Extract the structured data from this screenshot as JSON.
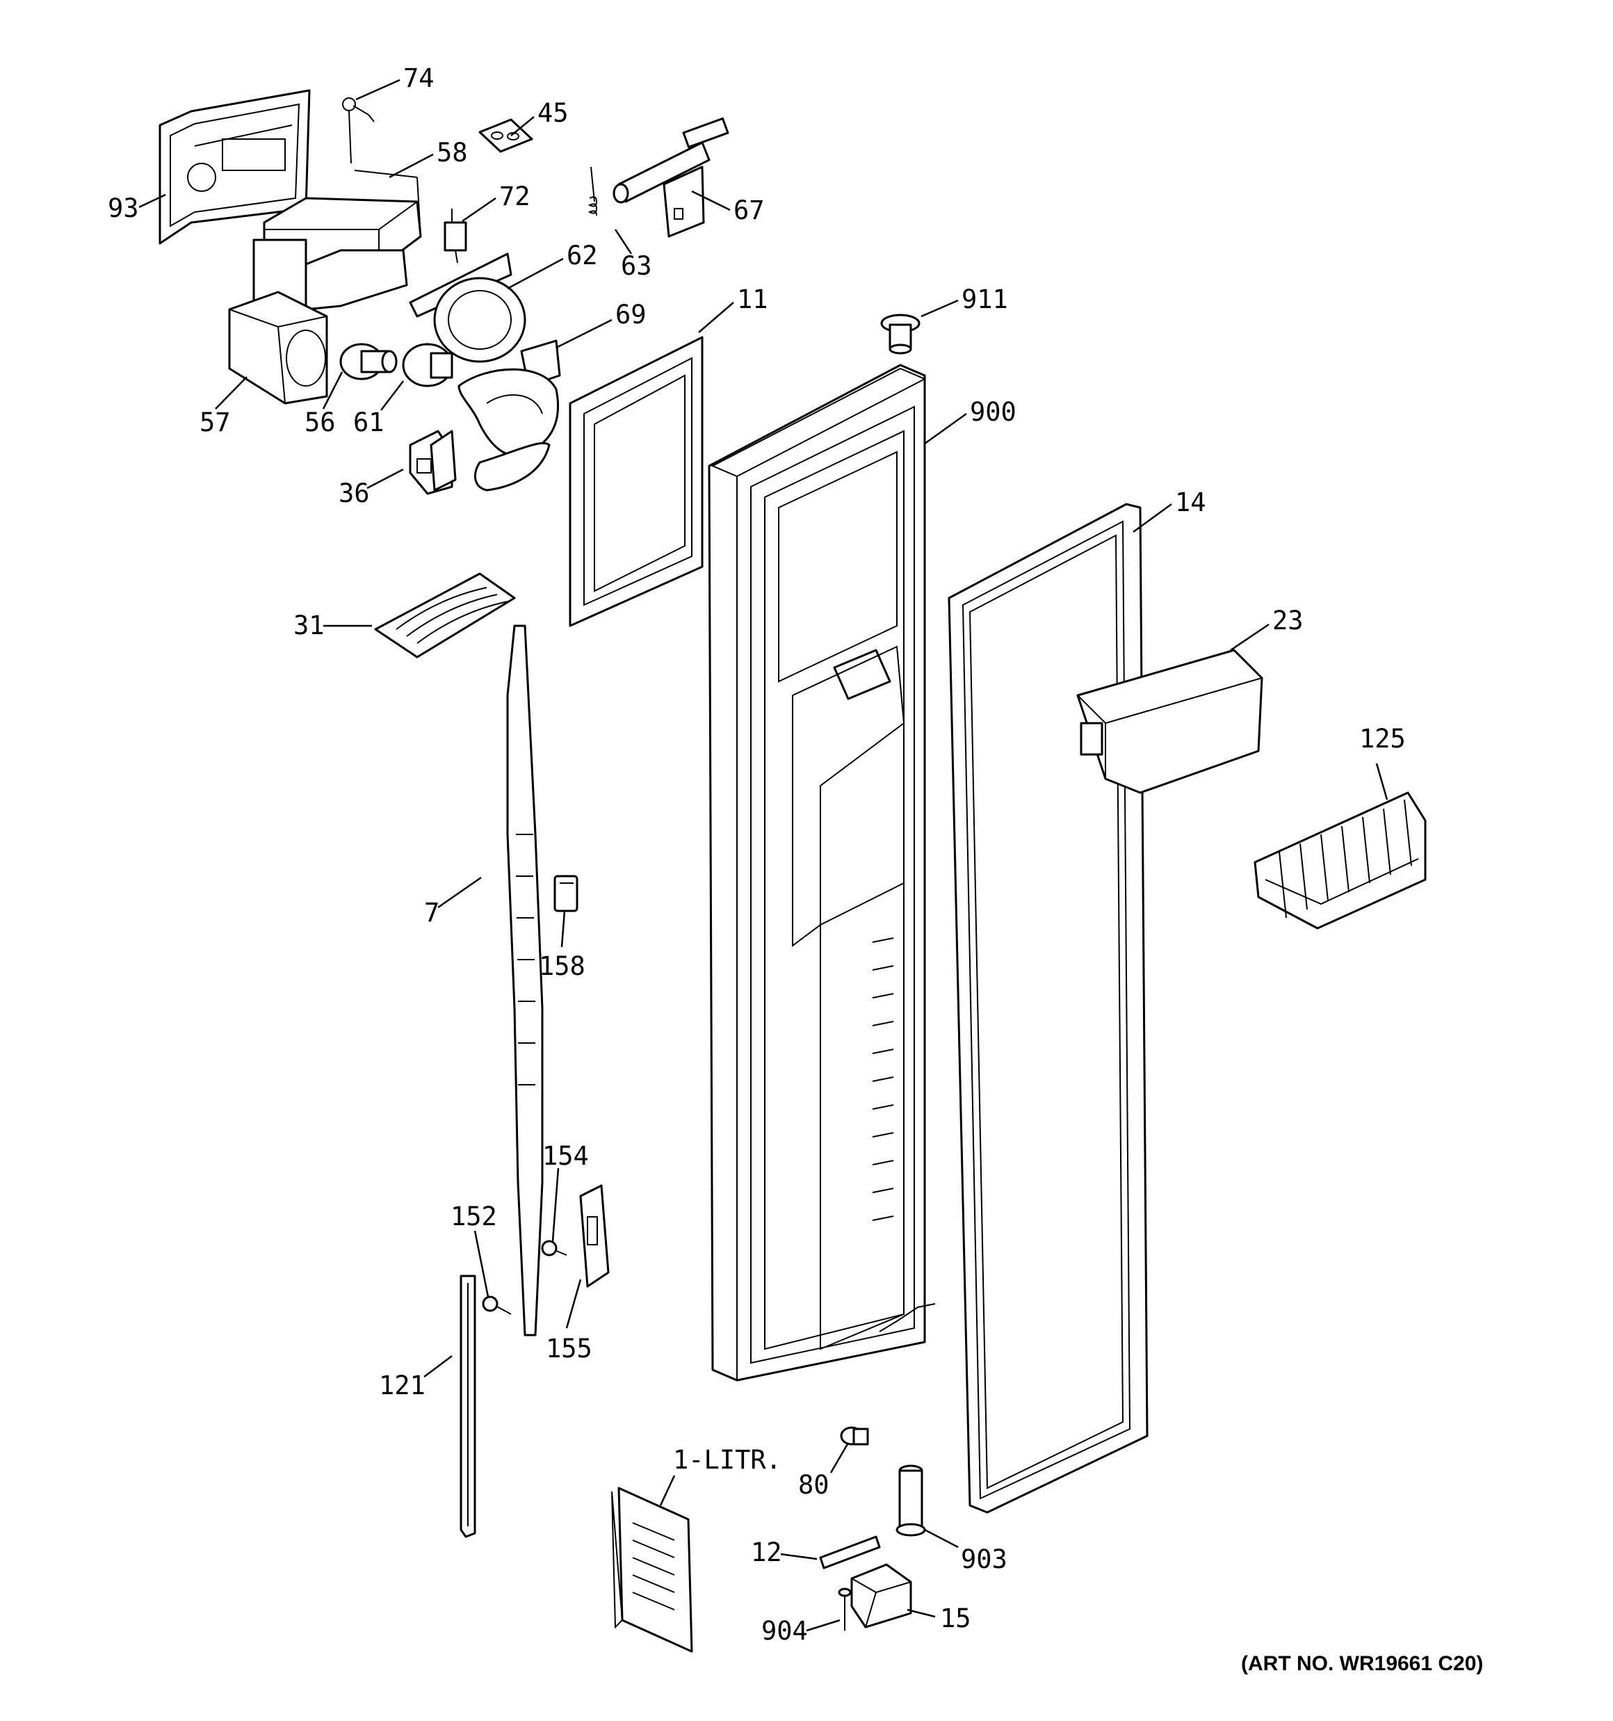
{
  "callouts": [
    {
      "label": "74"
    },
    {
      "label": "45"
    },
    {
      "label": "58"
    },
    {
      "label": "93"
    },
    {
      "label": "72"
    },
    {
      "label": "67"
    },
    {
      "label": "63"
    },
    {
      "label": "62"
    },
    {
      "label": "69"
    },
    {
      "label": "11"
    },
    {
      "label": "911"
    },
    {
      "label": "57"
    },
    {
      "label": "56"
    },
    {
      "label": "61"
    },
    {
      "label": "900"
    },
    {
      "label": "36"
    },
    {
      "label": "14"
    },
    {
      "label": "31"
    },
    {
      "label": "23"
    },
    {
      "label": "125"
    },
    {
      "label": "7"
    },
    {
      "label": "158"
    },
    {
      "label": "154"
    },
    {
      "label": "152"
    },
    {
      "label": "155"
    },
    {
      "label": "121"
    },
    {
      "label": "1-LITR."
    },
    {
      "label": "80"
    },
    {
      "label": "12"
    },
    {
      "label": "903"
    },
    {
      "label": "904"
    },
    {
      "label": "15"
    }
  ],
  "art_number": "(ART NO. WR19661 C20)"
}
